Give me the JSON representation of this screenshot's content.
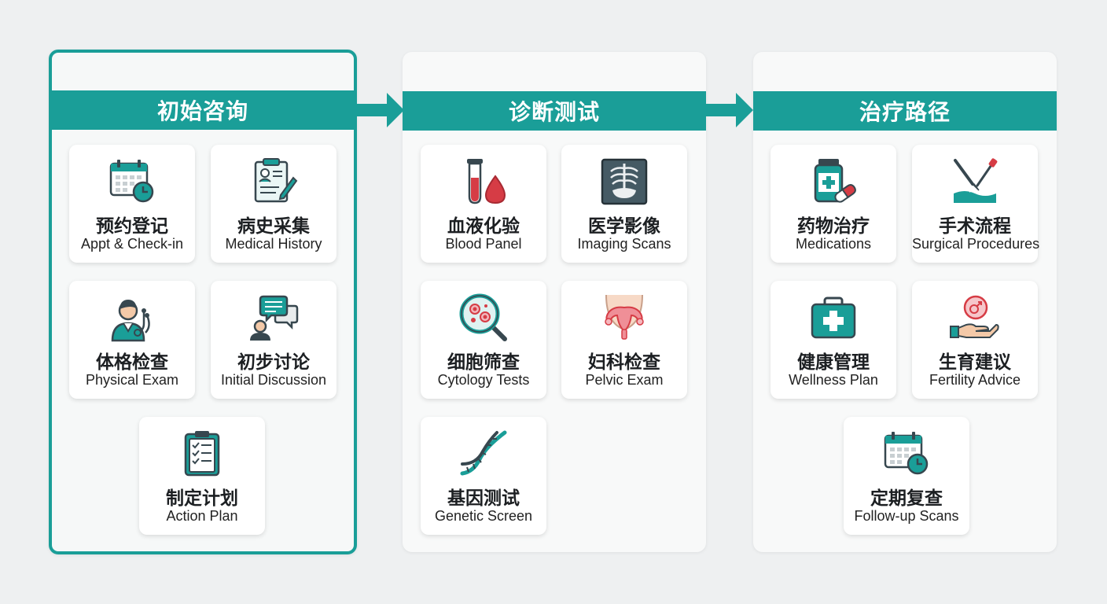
{
  "colors": {
    "teal": "#1a9e98",
    "red": "#d63c45",
    "dark": "#37474f",
    "bg": "#eef0f1"
  },
  "stages": [
    {
      "title": "初始咨询",
      "active": true,
      "cards": [
        {
          "cn": "预约登记",
          "en": "Appt & Check-in",
          "icon": "calendar-icon"
        },
        {
          "cn": "病史采集",
          "en": "Medical History",
          "icon": "clipboard-icon"
        },
        {
          "cn": "体格检查",
          "en": "Physical Exam",
          "icon": "doctor-icon"
        },
        {
          "cn": "初步讨论",
          "en": "Initial Discussion",
          "icon": "chat-icon"
        },
        {
          "cn": "制定计划",
          "en": "Action Plan",
          "icon": "checklist-icon"
        }
      ]
    },
    {
      "title": "诊断测试",
      "active": false,
      "cards": [
        {
          "cn": "血液化验",
          "en": "Blood Panel",
          "icon": "blood-tube-icon"
        },
        {
          "cn": "医学影像",
          "en": "Imaging Scans",
          "icon": "xray-icon"
        },
        {
          "cn": "细胞筛查",
          "en": "Cytology Tests",
          "icon": "microscope-cell-icon"
        },
        {
          "cn": "妇科检查",
          "en": "Pelvic Exam",
          "icon": "uterus-icon"
        },
        {
          "cn": "基因测试",
          "en": "Genetic Screen",
          "icon": "dna-icon"
        }
      ]
    },
    {
      "title": "治疗路径",
      "active": false,
      "cards": [
        {
          "cn": "药物治疗",
          "en": "Medications",
          "icon": "medication-icon"
        },
        {
          "cn": "手术流程",
          "en": "Surgical Procedures",
          "icon": "scalpel-icon"
        },
        {
          "cn": "健康管理",
          "en": "Wellness Plan",
          "icon": "first-aid-kit-icon"
        },
        {
          "cn": "生育建议",
          "en": "Fertility Advice",
          "icon": "fertility-hand-icon"
        },
        {
          "cn": "定期复查",
          "en": "Follow-up Scans",
          "icon": "calendar-clock-icon"
        }
      ]
    }
  ]
}
